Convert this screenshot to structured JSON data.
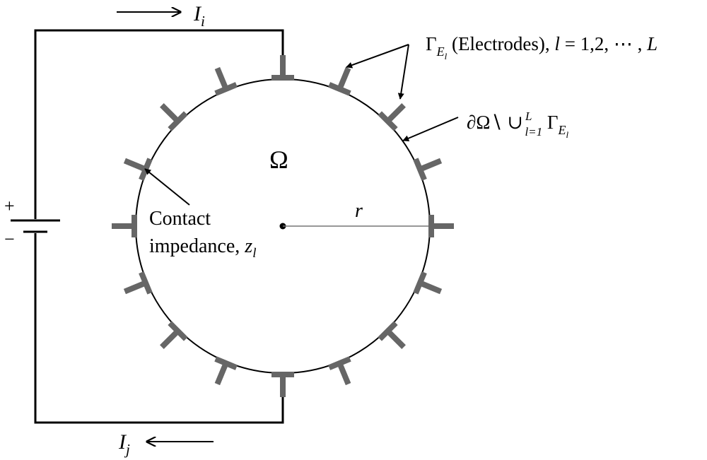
{
  "current_in": {
    "symbol": "I",
    "sub": "i"
  },
  "current_out": {
    "symbol": "I",
    "sub": "j"
  },
  "battery": {
    "plus": "+",
    "minus": "−"
  },
  "domain_symbol": "Ω",
  "radius_label": "r",
  "contact_label": {
    "line1": "Contact",
    "line2_prefix": "impedance, ",
    "z": "z",
    "z_sub": "l"
  },
  "electrodes_label": {
    "gamma": "Γ",
    "gamma_sub": "E",
    "gamma_subsub": "l",
    "text": " (Electrodes), ",
    "l": "l",
    "eq": " = 1,2, ⋯ , ",
    "L": "L"
  },
  "boundary_label": {
    "partial": "∂Ω∖ ∪",
    "sup": "L",
    "sub": "l=1",
    "gamma": " Γ",
    "gamma_sub": "E",
    "gamma_subsub": "l"
  },
  "electrode_count": 16
}
